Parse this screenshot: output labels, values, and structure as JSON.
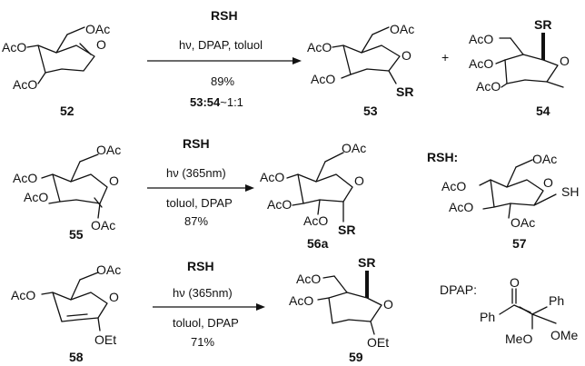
{
  "reactions": [
    {
      "reagent": "RSH",
      "condition_top": "hν, DPAP, toluol",
      "condition_bottom_1": "89%",
      "ratio_bold": "53:54",
      "ratio_rest": "~1:1"
    },
    {
      "reagent": "RSH",
      "condition_top": "hν (365nm)",
      "condition_bottom_1": "toluol, DPAP",
      "condition_bottom_2": "87%"
    },
    {
      "reagent": "RSH",
      "condition_top": "hν (365nm)",
      "condition_bottom_1": "toluol, DPAP",
      "condition_bottom_2": "71%"
    }
  ],
  "compounds": {
    "c52": {
      "number": "52",
      "groups": [
        "OAc",
        "AcO",
        "AcO"
      ]
    },
    "c53": {
      "number": "53",
      "groups": [
        "OAc",
        "AcO",
        "AcO",
        "SR"
      ]
    },
    "c54": {
      "number": "54",
      "groups": [
        "SR",
        "AcO",
        "AcO",
        "AcO"
      ]
    },
    "c55": {
      "number": "55",
      "groups": [
        "OAc",
        "AcO",
        "AcO",
        "OAc"
      ]
    },
    "c56a": {
      "number": "56a",
      "groups": [
        "OAc",
        "AcO",
        "AcO",
        "AcO",
        "SR"
      ]
    },
    "c57": {
      "number": "57",
      "groups": [
        "OAc",
        "AcO",
        "AcO",
        "OAc",
        "SH"
      ]
    },
    "c58": {
      "number": "58",
      "groups": [
        "OAc",
        "AcO",
        "OEt"
      ]
    },
    "c59": {
      "number": "59",
      "groups": [
        "SR",
        "AcO",
        "AcO",
        "OEt"
      ]
    }
  },
  "plus": "+",
  "rsh_header": "RSH:",
  "dpap_header": "DPAP:",
  "dpap_groups": [
    "O",
    "Ph",
    "Ph",
    "MeO",
    "OMe"
  ],
  "ring_oxygen": "O"
}
